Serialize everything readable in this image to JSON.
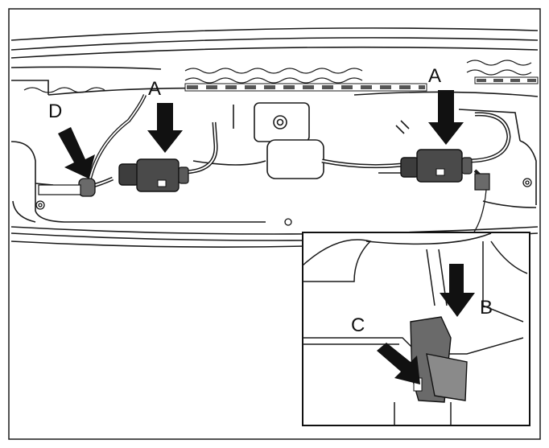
{
  "figure": {
    "callouts": {
      "a_left": "A",
      "a_right": "A",
      "b": "B",
      "c": "C",
      "d": "D"
    },
    "colors": {
      "line": "#1a1a1a",
      "connector": "#4a4a4a",
      "connector_light": "#7a7a7a",
      "arrow": "#111111",
      "background": "#ffffff"
    },
    "icons": [
      "connector-icon",
      "arrow-down-icon",
      "clip-icon",
      "screw-icon"
    ]
  }
}
